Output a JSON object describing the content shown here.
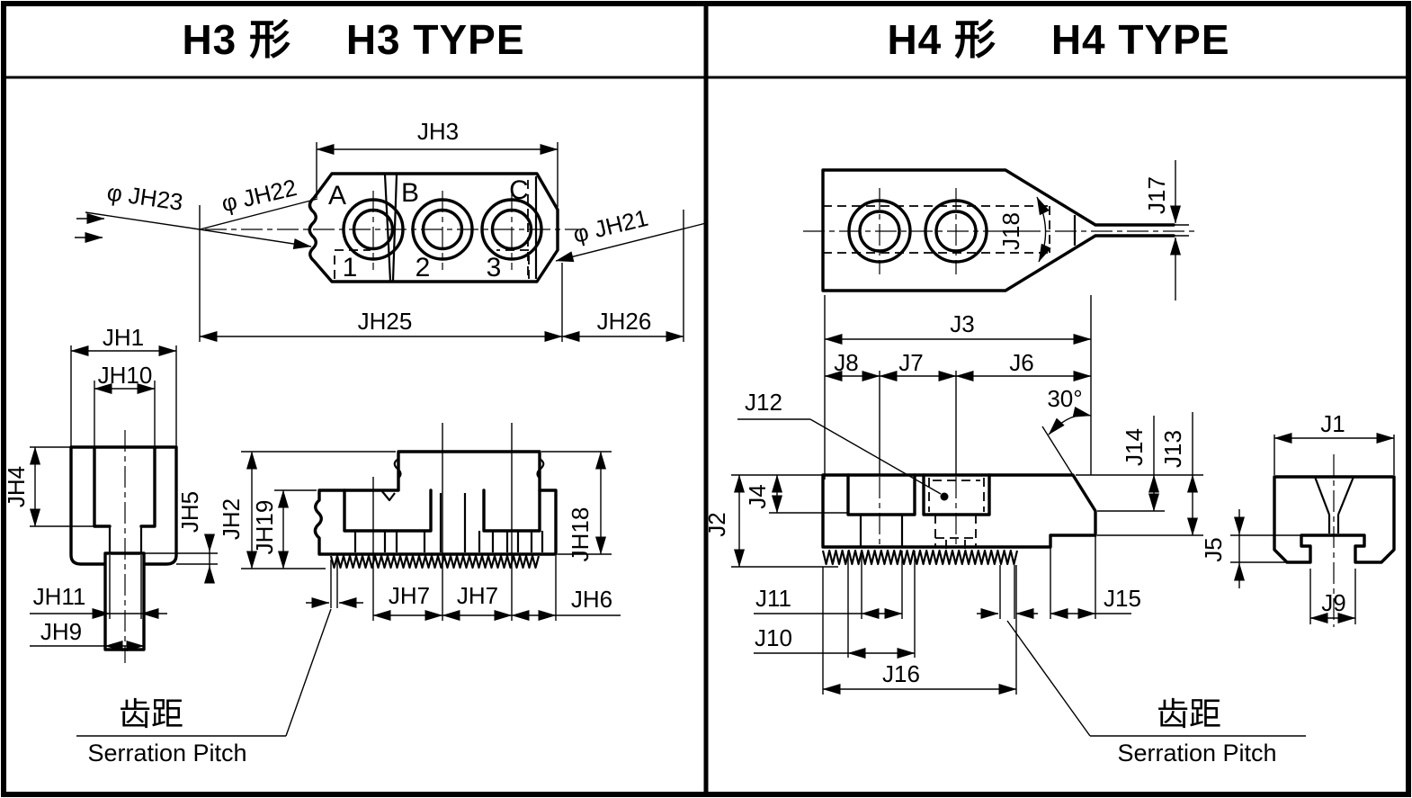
{
  "colors": {
    "line": "#000000",
    "background": "#ffffff"
  },
  "h3_panel": {
    "title": "H3 形　 H3 TYPE",
    "top_view": {
      "width_dim": "JH3",
      "dia_serration": "φ JH23",
      "dia_groove": "φ JH22",
      "dia_tip": "φ JH21",
      "hole_letters": [
        "A",
        "B",
        "C"
      ],
      "hole_numbers": [
        "1",
        "2",
        "3"
      ],
      "length_dim": "JH25",
      "tip_length_dim": "JH26"
    },
    "end_view": {
      "width_dim": "JH1",
      "tongue_width_dim": "JH10",
      "height_dim": "JH4",
      "step_dim": "JH5",
      "stem_upper_dim": "JH11",
      "stem_lower_dim": "JH9"
    },
    "front_view": {
      "height_dim": "JH2",
      "inner_height_dim": "JH19",
      "right_height_dim": "JH18",
      "hole_pitch_dims": [
        "JH7",
        "JH7"
      ],
      "end_offset_dim": "JH6"
    },
    "note": {
      "cn": "齿距",
      "en": "Serration Pitch"
    }
  },
  "h4_panel": {
    "title": "H4 形　 H4 TYPE",
    "top_view": {
      "tip_thickness_dim": "J17",
      "groove_width_dim": "J18"
    },
    "side_view": {
      "length_dim": "J3",
      "segment_dims": [
        "J8",
        "J7",
        "J6"
      ],
      "bore_label": "J12",
      "chamfer_angle": "30°",
      "chamfer_height_dim": "J14",
      "step_height_dim": "J13",
      "pocket_depth_dim": "J4",
      "height_dim": "J2",
      "slot_width_dim": "J11",
      "pocket_width_dim": "J10",
      "serration_length_dim": "J16",
      "step_length_dim": "J15"
    },
    "end_view": {
      "width_dim": "J1",
      "lip_height_dim": "J5",
      "slot_width_dim": "J9"
    },
    "note": {
      "cn": "齿距",
      "en": "Serration Pitch"
    }
  }
}
